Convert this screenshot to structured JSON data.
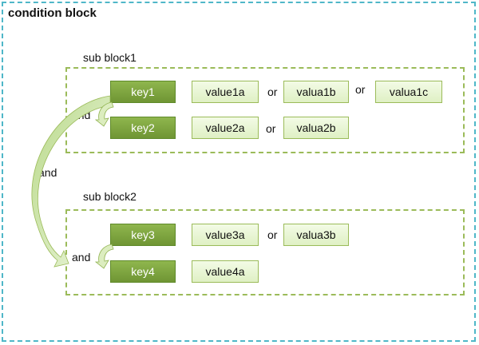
{
  "title": "condition block",
  "and_label": "and",
  "or_label": "or",
  "sub_blocks": [
    {
      "title": "sub block1",
      "rows": [
        {
          "key": "key1",
          "values": [
            "value1a",
            "valua1b",
            "valua1c"
          ]
        },
        {
          "key": "key2",
          "values": [
            "value2a",
            "valua2b"
          ]
        }
      ]
    },
    {
      "title": "sub block2",
      "rows": [
        {
          "key": "key3",
          "values": [
            "value3a",
            "valua3b"
          ]
        },
        {
          "key": "key4",
          "values": [
            "value4a"
          ]
        }
      ]
    }
  ],
  "colors": {
    "outer_border": "#4fb7c8",
    "sub_border": "#9bbb59",
    "key_fill": "#7aa23f",
    "value_fill": "#e6f4d2",
    "arrow_fill": "#cfe6a8"
  }
}
